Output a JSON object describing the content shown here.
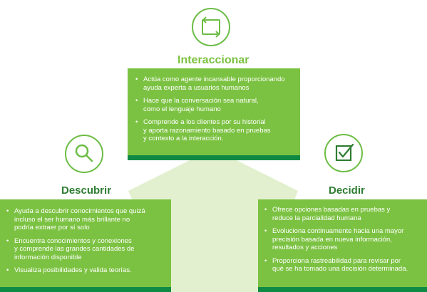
{
  "colors": {
    "panel_green": "#7cc242",
    "bar_dark_green": "#0f8a45",
    "triangle_light_green": "#e3f0cf",
    "icon_green": "#6cbd45",
    "heading_top": "#7cc242",
    "heading_sides": "#2e7d32"
  },
  "interactuar": {
    "icon": "exchange-arrows-icon",
    "title": "Interaccionar",
    "items": [
      "Actúa como agente incansable proporcionando\nayuda experta a usuarios humanos",
      "Hace que la conversación sea natural,\ncomo el lenguaje humano",
      "Comprende a los clientes por su historial\ny aporta razonamiento basado en pruebas\ny contexto a la interacción."
    ]
  },
  "descubrir": {
    "icon": "magnifier-icon",
    "title": "Descubrir",
    "items": [
      "Ayuda a descubrir conocimientos que quizá\nincluso el ser humano más brillante no\npodría extraer por sí solo",
      "Encuentra conocimientos y conexiones\ny comprende las grandes cantidades de\ninformación disponible",
      "Visualiza posibilidades y valida teorías."
    ]
  },
  "decidir": {
    "icon": "checkbox-icon",
    "title": "Decidir",
    "items": [
      "Ofrece opciones basadas en pruebas y\nreduce la parcialidad humana",
      "Evoluciona continuamente hacia una mayor\nprecisión basada en nueva información,\nresultados y acciones",
      "Proporciona rastreabilidad para revisar por\nqué se ha tomado una decisión determinada."
    ]
  }
}
